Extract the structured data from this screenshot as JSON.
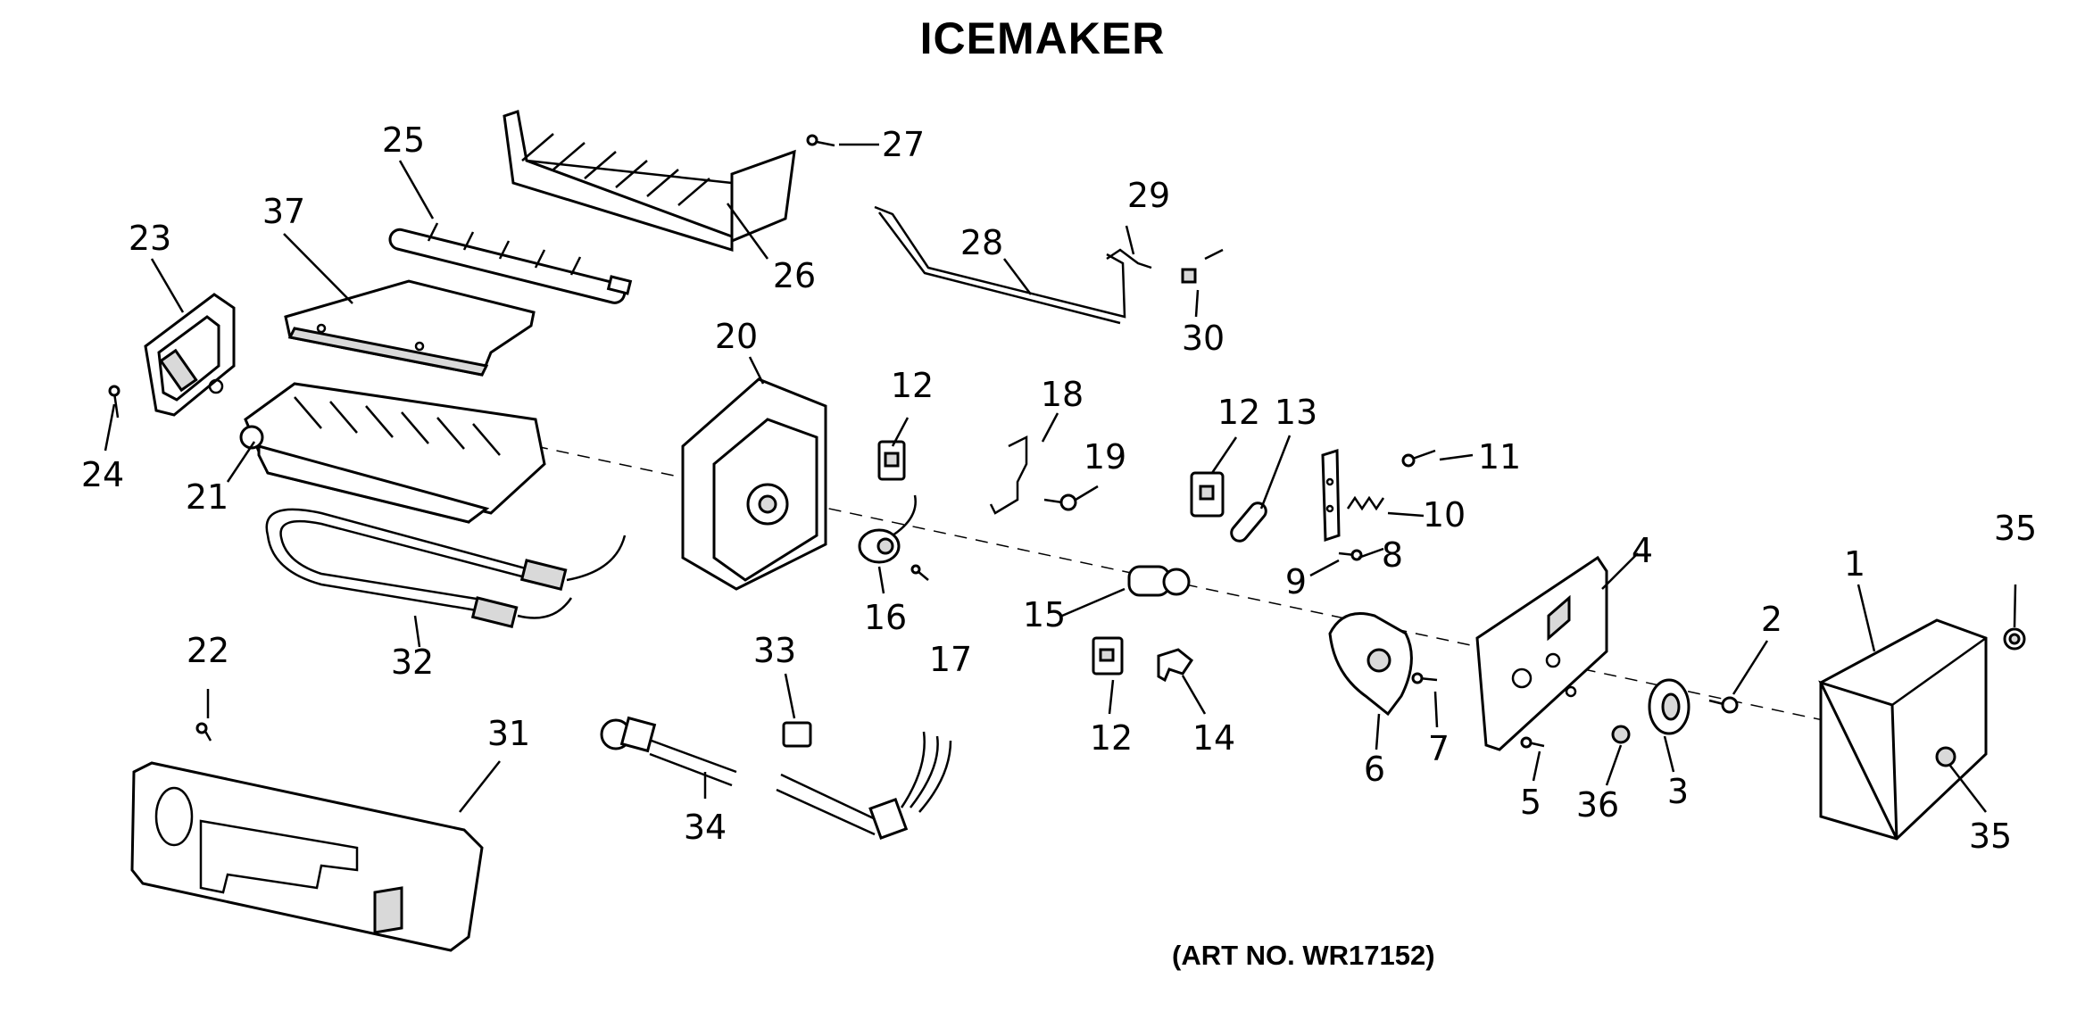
{
  "diagram": {
    "title": "ICEMAKER",
    "art_number": "(ART NO. WR17152)",
    "callouts": [
      {
        "id": "c1",
        "text": "1"
      },
      {
        "id": "c2",
        "text": "2"
      },
      {
        "id": "c3",
        "text": "3"
      },
      {
        "id": "c4",
        "text": "4"
      },
      {
        "id": "c5",
        "text": "5"
      },
      {
        "id": "c6",
        "text": "6"
      },
      {
        "id": "c7",
        "text": "7"
      },
      {
        "id": "c8",
        "text": "8"
      },
      {
        "id": "c9",
        "text": "9"
      },
      {
        "id": "c10",
        "text": "10"
      },
      {
        "id": "c11",
        "text": "11"
      },
      {
        "id": "c12a",
        "text": "12"
      },
      {
        "id": "c12b",
        "text": "12"
      },
      {
        "id": "c12c",
        "text": "12"
      },
      {
        "id": "c13",
        "text": "13"
      },
      {
        "id": "c14",
        "text": "14"
      },
      {
        "id": "c15",
        "text": "15"
      },
      {
        "id": "c16",
        "text": "16"
      },
      {
        "id": "c17",
        "text": "17"
      },
      {
        "id": "c18",
        "text": "18"
      },
      {
        "id": "c19",
        "text": "19"
      },
      {
        "id": "c20",
        "text": "20"
      },
      {
        "id": "c21",
        "text": "21"
      },
      {
        "id": "c22",
        "text": "22"
      },
      {
        "id": "c23",
        "text": "23"
      },
      {
        "id": "c24",
        "text": "24"
      },
      {
        "id": "c25",
        "text": "25"
      },
      {
        "id": "c26",
        "text": "26"
      },
      {
        "id": "c27",
        "text": "27"
      },
      {
        "id": "c28",
        "text": "28"
      },
      {
        "id": "c29",
        "text": "29"
      },
      {
        "id": "c30",
        "text": "30"
      },
      {
        "id": "c31",
        "text": "31"
      },
      {
        "id": "c32",
        "text": "32"
      },
      {
        "id": "c33",
        "text": "33"
      },
      {
        "id": "c34",
        "text": "34"
      },
      {
        "id": "c35a",
        "text": "35"
      },
      {
        "id": "c35b",
        "text": "35"
      },
      {
        "id": "c36",
        "text": "36"
      },
      {
        "id": "c37",
        "text": "37"
      }
    ]
  }
}
